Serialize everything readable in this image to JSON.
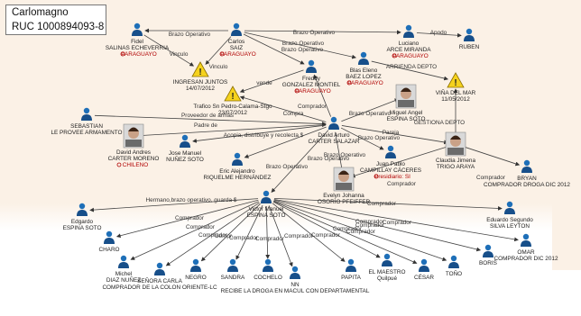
{
  "header": {
    "title": "Carlomagno",
    "ruc": "RUC 1000894093-8"
  },
  "nodes": [
    {
      "id": "fidel",
      "lines": [
        "Fidel",
        "SALINAS ECHEVERRIA"
      ],
      "flag": "PARAGUAYO",
      "icon": "person-icon"
    },
    {
      "id": "carlos",
      "lines": [
        "Carlos",
        "SAIZ"
      ],
      "flag": "PARAGUAYO",
      "icon": "person-icon"
    },
    {
      "id": "luciano",
      "lines": [
        "Luciano",
        "ARCE MIRANDA"
      ],
      "flag": "PARAGUAYO",
      "icon": "person-icon"
    },
    {
      "id": "ruben",
      "lines": [
        "RUBEN"
      ],
      "icon": "person-icon"
    },
    {
      "id": "ingresan",
      "lines": [
        "INGRESAN JUNTOS",
        "14/07/2012"
      ],
      "icon": "warning-icon"
    },
    {
      "id": "freddy",
      "lines": [
        "Freddy",
        "GONZALEZ MONTIEL"
      ],
      "flag": "PARAGUAYO",
      "icon": "person-icon"
    },
    {
      "id": "blas",
      "lines": [
        "Blas Eleno",
        "BAEZ LOPEZ"
      ],
      "flag": "PARAGUAYO",
      "icon": "person-icon"
    },
    {
      "id": "vina",
      "lines": [
        "VIÑA DEL MAR",
        "11/05/2012"
      ],
      "icon": "warning-icon"
    },
    {
      "id": "trafico",
      "lines": [
        "Trafico Sn Pedro-Calama-Stgo",
        "23/07/2012"
      ],
      "icon": "warning-icon"
    },
    {
      "id": "sebastian",
      "lines": [
        "SEBASTIAN",
        "LE PROVEE ARMAMENTO"
      ],
      "icon": "person-icon"
    },
    {
      "id": "miguel",
      "lines": [
        "Miguel Angel",
        "ESPINA SOTO"
      ],
      "icon": "photo-icon"
    },
    {
      "id": "david_carter",
      "lines": [
        "David Arturo",
        "CARTER SALAZAR"
      ],
      "icon": "person-icon"
    },
    {
      "id": "david_andres",
      "lines": [
        "David Andres",
        "CARTER MORENO"
      ],
      "flag": "CHILENO",
      "icon": "photo-icon"
    },
    {
      "id": "jose",
      "lines": [
        "Jose Manuel",
        "NUÑEZ SOTO"
      ],
      "icon": "person-icon"
    },
    {
      "id": "eric",
      "lines": [
        "Eric Alejandro",
        "RIQUELME HERNÁNDEZ"
      ],
      "icon": "person-icon"
    },
    {
      "id": "juan",
      "lines": [
        "Juan Pablo",
        "CAMPILLAY CÁCERES"
      ],
      "flag": "Presidiario: SI",
      "icon": "person-icon"
    },
    {
      "id": "claudia",
      "lines": [
        "Claudia Jimena",
        "TRIGO ARAYA"
      ],
      "icon": "photo-icon"
    },
    {
      "id": "evelyn",
      "lines": [
        "Evelyn Johanna",
        "OSORIO PFEIFFER"
      ],
      "icon": "photo-icon"
    },
    {
      "id": "bryan",
      "lines": [
        "BRYAN",
        "COMPRADOR DROGA DIC 2012"
      ],
      "icon": "person-icon"
    },
    {
      "id": "victor",
      "lines": [
        "Victor Manuel",
        "ESPINA SOTO"
      ],
      "icon": "person-icon"
    },
    {
      "id": "edgardo",
      "lines": [
        "Edgardo",
        "ESPINA SOTO"
      ],
      "icon": "person-icon"
    },
    {
      "id": "eduardo",
      "lines": [
        "Eduardo Segundo",
        "SILVA LEYTON"
      ],
      "icon": "person-icon"
    },
    {
      "id": "omar",
      "lines": [
        "OMAR",
        "COMPRADOR DIC 2012"
      ],
      "icon": "person-icon"
    },
    {
      "id": "charo",
      "lines": [
        "CHARO"
      ],
      "icon": "person-icon"
    },
    {
      "id": "michel",
      "lines": [
        "Michel",
        "DIAZ NUÑEZ"
      ],
      "icon": "person-icon"
    },
    {
      "id": "senora",
      "lines": [
        "SEÑORA CARLA",
        "COMPRADOR DE LA COLON ORIENTE-LC"
      ],
      "icon": "person-icon"
    },
    {
      "id": "negro",
      "lines": [
        "NEGRO"
      ],
      "icon": "person-icon"
    },
    {
      "id": "sandra",
      "lines": [
        "SANDRA"
      ],
      "icon": "person-icon"
    },
    {
      "id": "cochelo",
      "lines": [
        "COCHELO"
      ],
      "icon": "person-icon"
    },
    {
      "id": "nn",
      "lines": [
        "NN",
        "RECIBE LA DROGA EN MACUL CON DEPARTAMENTAL"
      ],
      "icon": "person-icon"
    },
    {
      "id": "papita",
      "lines": [
        "PAPITA"
      ],
      "icon": "person-icon"
    },
    {
      "id": "maestro",
      "lines": [
        "EL MAESTRO",
        "Quilpué"
      ],
      "icon": "person-icon"
    },
    {
      "id": "cesar",
      "lines": [
        "CÉSAR"
      ],
      "icon": "person-icon"
    },
    {
      "id": "tono",
      "lines": [
        "TOÑO"
      ],
      "icon": "person-icon"
    },
    {
      "id": "boris",
      "lines": [
        "BORIS"
      ],
      "icon": "person-icon"
    }
  ],
  "edges": [
    {
      "from": "carlos",
      "to": "fidel",
      "label": "Brazo Operativo"
    },
    {
      "from": "carlos",
      "to": "luciano",
      "label": "Brazo Operativo"
    },
    {
      "from": "luciano",
      "to": "ruben",
      "label": "Apodo"
    },
    {
      "from": "carlos",
      "to": "freddy",
      "label": "Brazo Operativo"
    },
    {
      "from": "carlos",
      "to": "blas",
      "label": "Brazo Operativo"
    },
    {
      "from": "fidel",
      "to": "ingresan",
      "label": "Vinculo"
    },
    {
      "from": "carlos",
      "to": "ingresan",
      "label": "Vinculo"
    },
    {
      "from": "blas",
      "to": "vina",
      "label": "ARRIENDA DEPTO"
    },
    {
      "from": "freddy",
      "to": "trafico",
      "label": "vende"
    },
    {
      "from": "david_carter",
      "to": "freddy",
      "label": "Comprador"
    },
    {
      "from": "david_carter",
      "to": "trafico",
      "label": "Compra"
    },
    {
      "from": "sebastian",
      "to": "david_carter",
      "label": "Proveedor de armas"
    },
    {
      "from": "david_andres",
      "to": "david_carter",
      "label": "Padre de"
    },
    {
      "from": "david_carter",
      "to": "jose",
      "label": "Acopia, distribuye y recolecta $"
    },
    {
      "from": "david_carter",
      "to": "miguel",
      "label": "Brazo Operativo"
    },
    {
      "from": "david_carter",
      "to": "juan",
      "label": "Brazo Operativo"
    },
    {
      "from": "david_carter",
      "to": "claudia",
      "label": "Pareja"
    },
    {
      "from": "claudia",
      "to": "vina",
      "label": "GESTIONA DEPTO"
    },
    {
      "from": "david_carter",
      "to": "eric",
      "label": "Brazo Operativo"
    },
    {
      "from": "david_carter",
      "to": "evelyn",
      "label": "Brazo Operativo"
    },
    {
      "from": "david_carter",
      "to": "victor",
      "label": "Brazo Operativo"
    },
    {
      "from": "claudia",
      "to": "bryan",
      "label": "Comprador"
    },
    {
      "from": "claudia",
      "to": "evelyn",
      "label": "Comprador"
    },
    {
      "from": "victor",
      "to": "edgardo",
      "label": "Hermano,brazo operativo, guarda $"
    },
    {
      "from": "victor",
      "to": "eduardo",
      "label": "Comprador"
    },
    {
      "from": "victor",
      "to": "omar",
      "label": "Comprador"
    },
    {
      "from": "victor",
      "to": "charo",
      "label": "Comprador"
    },
    {
      "from": "victor",
      "to": "michel",
      "label": "Comprador"
    },
    {
      "from": "victor",
      "to": "senora",
      "label": "Compr..."
    },
    {
      "from": "victor",
      "to": "negro",
      "label": "Comprador"
    },
    {
      "from": "victor",
      "to": "sandra",
      "label": "Comprador"
    },
    {
      "from": "victor",
      "to": "cochelo",
      "label": "Comprador"
    },
    {
      "from": "victor",
      "to": "nn",
      "label": "Comprador"
    },
    {
      "from": "victor",
      "to": "papita",
      "label": "Comprador"
    },
    {
      "from": "victor",
      "to": "maestro",
      "label": "Comprador"
    },
    {
      "from": "victor",
      "to": "cesar",
      "label": "Comprador"
    },
    {
      "from": "victor",
      "to": "tono",
      "label": "Comprador"
    },
    {
      "from": "victor",
      "to": "boris",
      "label": "Comprador"
    }
  ],
  "colors": {
    "person_head": "#1e6fb8",
    "person_body": "#174f8a",
    "warning_fill": "#f5d21d",
    "warning_stroke": "#8a6d00",
    "photo_frame": "#d9d9d9",
    "flag": "#b00000"
  }
}
